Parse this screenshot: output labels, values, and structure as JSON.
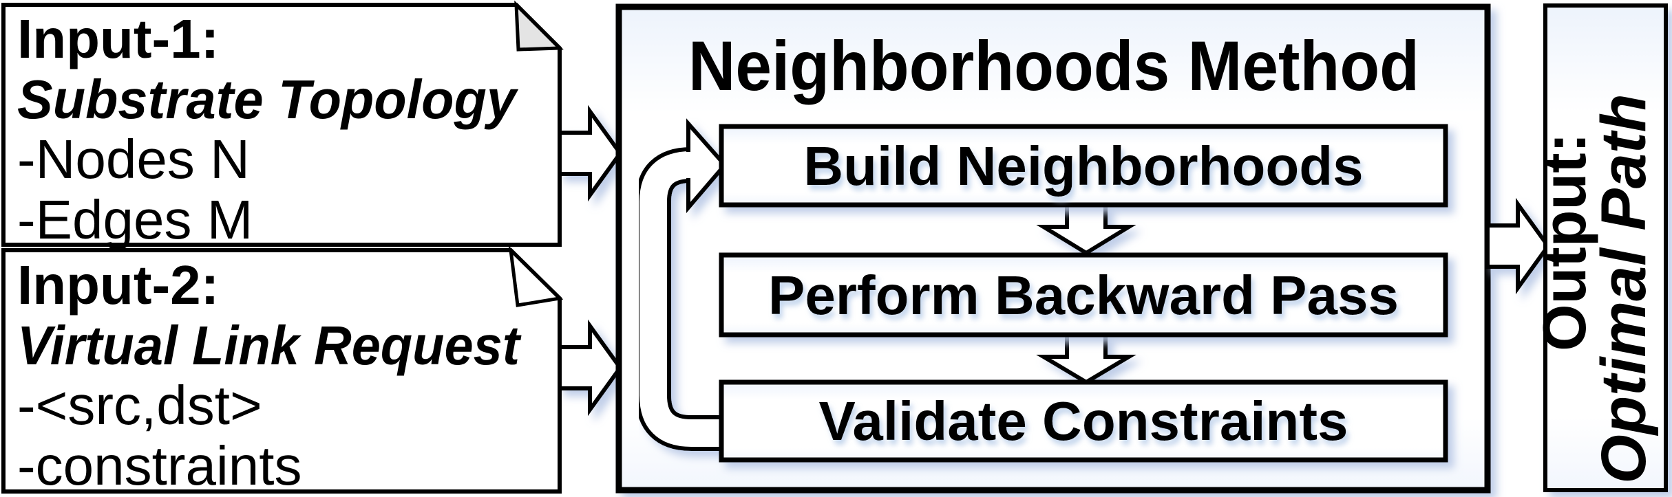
{
  "input1": {
    "label": "Input-1:",
    "subtitle": "Substrate Topology",
    "items": [
      "-Nodes N",
      "-Edges M"
    ]
  },
  "input2": {
    "label": "Input-2:",
    "subtitle": "Virtual Link Request",
    "items": [
      "-<src,dst>",
      "-constraints"
    ]
  },
  "method": {
    "title": "Neighborhoods Method",
    "steps": [
      "Build Neighborhoods",
      "Perform Backward Pass",
      "Validate Constraints"
    ]
  },
  "output": {
    "label": "Output:",
    "value": "Optimal Path"
  },
  "colors": {
    "title_red": "#c00000",
    "step_blue": "#1b75bc",
    "shadow_blue": "#b9c9e6",
    "fold_gray": "#e4e4e4"
  }
}
